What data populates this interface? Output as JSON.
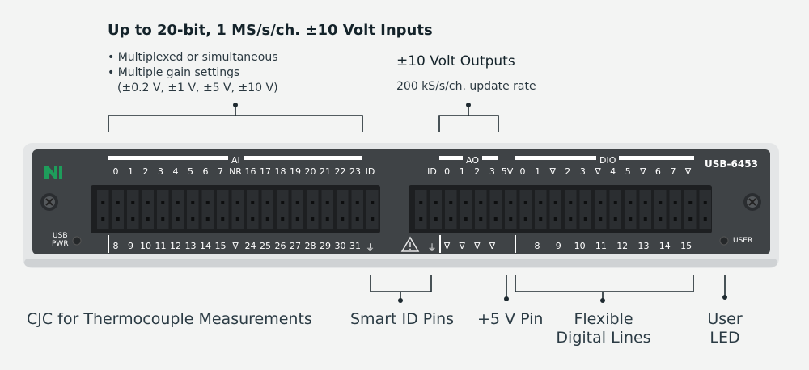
{
  "inputs": {
    "heading": "Up to 20-bit, 1 MS/s/ch. ±10 Volt Inputs",
    "bullets": [
      "Multiplexed or simultaneous",
      "Multiple gain settings"
    ],
    "gain_values": "(±0.2 V, ±1 V, ±5 V, ±10 V)"
  },
  "outputs": {
    "heading": "±10 Volt Outputs",
    "rate": "200 kS/s/ch. update rate"
  },
  "device": {
    "model": "USB-6453",
    "usb_pwr_label": [
      "USB",
      "PWR"
    ],
    "user_label": "USER",
    "ai_label": "AI",
    "ao_label": "AO",
    "dio_label": "DIO",
    "ai_top": [
      "0",
      "1",
      "2",
      "3",
      "4",
      "5",
      "6",
      "7",
      "NR",
      "16",
      "17",
      "18",
      "19",
      "20",
      "21",
      "22",
      "23",
      "ID"
    ],
    "ai_bottom": [
      "8",
      "9",
      "10",
      "11",
      "12",
      "13",
      "14",
      "15",
      "∇",
      "24",
      "25",
      "26",
      "27",
      "28",
      "29",
      "30",
      "31",
      "⏚"
    ],
    "ao_top": [
      "ID",
      "0",
      "1",
      "2",
      "3",
      "5V"
    ],
    "ao_bottom": [
      "⏚",
      "∇",
      "∇",
      "∇",
      "∇"
    ],
    "dio_top": [
      "0",
      "1",
      "∇",
      "2",
      "3",
      "∇",
      "4",
      "5",
      "∇",
      "6",
      "7",
      "∇"
    ],
    "dio_bottom": [
      "8",
      "9",
      "10",
      "11",
      "12",
      "13",
      "14",
      "15"
    ]
  },
  "callouts": {
    "cjc": "CJC for Thermocouple Measurements",
    "smart_id": "Smart ID Pins",
    "pin_5v": "+5 V Pin",
    "flexible": [
      "Flexible",
      "Digital Lines"
    ],
    "user_led": [
      "User",
      "LED"
    ]
  },
  "colors": {
    "brand_green": "#1e9d5b",
    "panel": "#3f4346",
    "connector": "#1d1f21"
  }
}
